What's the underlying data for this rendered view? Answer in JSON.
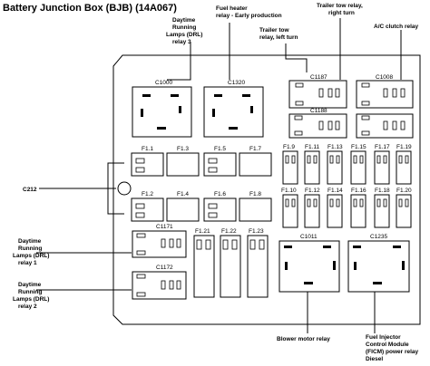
{
  "title": "Battery Junction Box (BJB) (14A067)",
  "labels": {
    "drl3": [
      "Daytime",
      "Running",
      "Lamps (DRL)",
      "relay 3"
    ],
    "fuel_heater": [
      "Fuel heater",
      "relay - Early production"
    ],
    "trailer_left": [
      "Trailer tow",
      "relay, left turn"
    ],
    "trailer_right": [
      "Trailer tow relay,",
      "right turn"
    ],
    "ac_clutch": [
      "A/C clutch relay"
    ],
    "c212": "C212",
    "drl1": [
      "Daytime",
      "Running",
      "Lamps (DRL)",
      "relay 1"
    ],
    "drl2": [
      "Daytime",
      "Running",
      "Lamps (DRL)",
      "relay 2"
    ],
    "blower": [
      "Blower motor relay"
    ],
    "ficm": [
      "Fuel Injector",
      "Control Module",
      "(FICM) power relay",
      "Diesel"
    ]
  },
  "connectors": {
    "c1000": "C1000",
    "c1320": "C1320",
    "c1187": "C1187",
    "c1008": "C1008",
    "c1188": "C1188",
    "c1171": "C1171",
    "c1172": "C1172",
    "c1011": "C1011",
    "c1235": "C1235"
  },
  "fuses": {
    "f1_1": "F1.1",
    "f1_2": "F1.2",
    "f1_3": "F1.3",
    "f1_4": "F1.4",
    "f1_5": "F1.5",
    "f1_6": "F1.6",
    "f1_7": "F1.7",
    "f1_8": "F1.8",
    "f1_9": "F1.9",
    "f1_10": "F1.10",
    "f1_11": "F1.11",
    "f1_12": "F1.12",
    "f1_13": "F1.13",
    "f1_14": "F1.14",
    "f1_15": "F1.15",
    "f1_16": "F1.16",
    "f1_17": "F1.17",
    "f1_18": "F1.18",
    "f1_19": "F1.19",
    "f1_20": "F1.20",
    "f1_21": "F1.21",
    "f1_22": "F1.22",
    "f1_23": "F1.23"
  }
}
